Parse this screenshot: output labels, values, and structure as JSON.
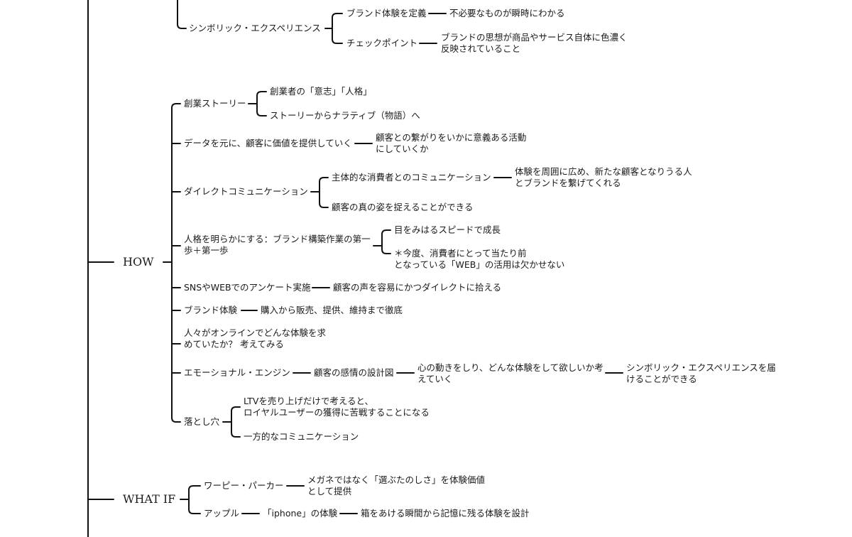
{
  "sections": {
    "how": "HOW",
    "whatif": "WHAT IF"
  },
  "symbolic": {
    "label": "シンボリック・エクスペリエンス",
    "define": "ブランド体験を定義",
    "define_detail": "不必要なものが瞬時にわかる",
    "check": "チェックポイント",
    "check_detail_1": "ブランドの思想が商品やサービス自体に色濃く",
    "check_detail_2": "反映されていること"
  },
  "how": {
    "story": "創業ストーリー",
    "story_c1": "創業者の「意志」「人格」",
    "story_c2": "ストーリーからナラティブ（物語）へ",
    "data": "データを元に、顧客に価値を提供していく",
    "data_c1_l1": "顧客との繋がりをいかに意義ある活動",
    "data_c1_l2": "にしていくか",
    "direct": "ダイレクトコミュニケーション",
    "direct_c1": "主体的な消費者とのコミュニケーション",
    "direct_c1_d_l1": "体験を周囲に広め、新たな顧客となりうる人",
    "direct_c1_d_l2": "とブランドを繋げてくれる",
    "direct_c2": "顧客の真の姿を捉えることができる",
    "persona_l1": "人格を明らかにする：ブランド構築作業の第一",
    "persona_l2": "歩＋第一歩",
    "persona_c1": "目をみはるスピードで成長",
    "persona_c2_l1": "＊今度、消費者にとって当たり前",
    "persona_c2_l2": "となっている「WEB」の活用は欠かせない",
    "sns": "SNSやWEBでのアンケート実施",
    "sns_c1": "顧客の声を容易にかつダイレクトに拾える",
    "brand": "ブランド体験",
    "brand_c1": "購入から販売、提供、維持まで徹底",
    "online_l1": "人々がオンラインでどんな体験を求",
    "online_l2": "めていたか？ 考えてみる",
    "emotional": "エモーショナル・エンジン",
    "emotional_c1": "顧客の感情の設計図",
    "emotional_c2_l1": "心の動きをしり、どんな体験をして欲しいか考",
    "emotional_c2_l2": "えていく",
    "emotional_c3_l1": "シンボリック・エクスペリエンスを届",
    "emotional_c3_l2": "けることができる",
    "pitfall": "落とし穴",
    "pitfall_c1_l1": "LTVを売り上げだけで考えると、",
    "pitfall_c1_l2": "ロイヤルユーザーの獲得に苦戦することになる",
    "pitfall_c2": "一方的なコミュニケーション"
  },
  "whatif": {
    "warby": "ワーピー・パーカー",
    "warby_c1_l1": "メガネではなく「選ぶたのしさ」を体験価値",
    "warby_c1_l2": "として提供",
    "apple": "アップル",
    "apple_c1": "「iphone」の体験",
    "apple_c2": "箱をあける瞬間から記憶に残る体験を設計"
  }
}
